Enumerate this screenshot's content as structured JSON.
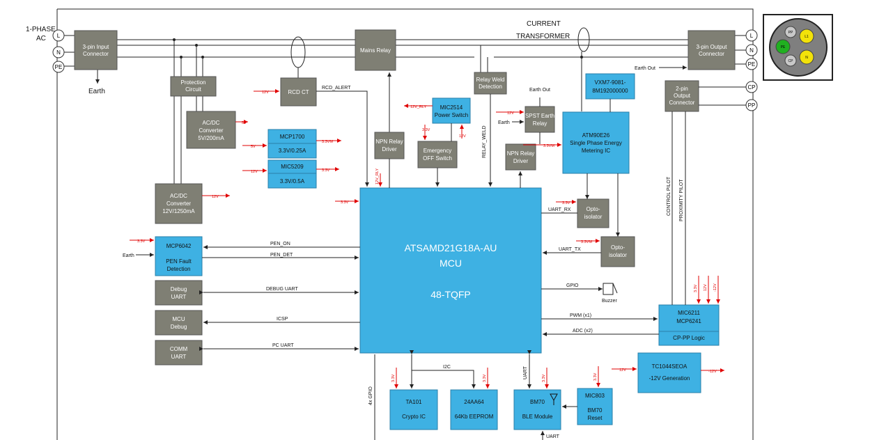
{
  "title": "",
  "mains": {
    "phase_label_1": "1-PHASE",
    "phase_label_2": "AC",
    "in_terminals": [
      "L",
      "N",
      "PE"
    ],
    "out_terminals": [
      "L",
      "N",
      "PE"
    ],
    "pilot_terminals": [
      "CP",
      "PP"
    ],
    "earth_label": "Earth",
    "ct_label_1": "CURRENT",
    "ct_label_2": "TRANSFORMER",
    "earth_out": "Earth Out",
    "earth_out_2": "Earth Out"
  },
  "connector_icon": {
    "pins": [
      "PP",
      "L1",
      "PE",
      "CP",
      "N"
    ],
    "colors": {
      "pin_neutral": "#c8c8c8",
      "pin_power": "#f2e20a",
      "pin_pe": "#20b020",
      "body": "#ffffff"
    }
  },
  "blocks": {
    "input_connector": [
      "3-pin Input",
      "Connector"
    ],
    "mains_relay": [
      "Mains Relay"
    ],
    "output_connector": [
      "3-pin Output",
      "Connector"
    ],
    "protection": [
      "Protection",
      "Circuit"
    ],
    "rcd_ct": [
      "RCD CT"
    ],
    "relay_weld": [
      "Relay Weld",
      "Detection"
    ],
    "acdc_5v": [
      "AC/DC",
      "Converter",
      "5V/200mA"
    ],
    "acdc_12v": [
      "AC/DC",
      "Converter",
      "12V/1250mA"
    ],
    "npn_driver_1": [
      "NPN Relay",
      "Driver"
    ],
    "emergency_off": [
      "Emergency",
      "OFF Switch"
    ],
    "spst_relay": [
      "SPST Earth",
      "Relay"
    ],
    "npn_driver_2": [
      "NPN Relay",
      "Driver"
    ],
    "output_2pin": [
      "2-pin",
      "Output",
      "Connector"
    ],
    "opto_1": [
      "Opto-",
      "isolator"
    ],
    "opto_2": [
      "Opto-",
      "isolator"
    ],
    "debug_uart": [
      "Debug",
      "UART"
    ],
    "mcu_debug": [
      "MCU",
      "Debug"
    ],
    "comm_uart": [
      "COMM",
      "UART"
    ],
    "mcp1700": [
      "MCP1700",
      "3.3V/0.25A"
    ],
    "mic5209": [
      "MIC5209",
      "3.3V/0.5A"
    ],
    "mic2514": [
      "MIC2514",
      "Power Switch"
    ],
    "vxm7": [
      "VXM7-9081-",
      "8M192000000"
    ],
    "atm90e26": [
      "ATM90E26",
      "Single Phase Energy",
      "Metering IC"
    ],
    "mcp6042": [
      "MCP6042",
      "PEN Fault",
      "Detection"
    ],
    "mic6211": [
      "MIC6211",
      "MCP6241",
      "CP-PP Logic"
    ],
    "tc1044": [
      "TC1044SEOA",
      "-12V Generation"
    ],
    "ta101": [
      "TA101",
      "Crypto IC"
    ],
    "eeprom": [
      "24AA64",
      "64Kb EEPROM"
    ],
    "bm70": [
      "BM70",
      "BLE Module"
    ],
    "mic803": [
      "MIC803",
      "BM70",
      "Reset"
    ]
  },
  "mcu": {
    "name": "ATSAMD21G18A-AU",
    "type": "MCU",
    "package": "48-TQFP"
  },
  "signals": {
    "rcd_alert": "RCD_ALERT",
    "relay_weld": "RELAY_WELD",
    "pen_on": "PEN_ON",
    "pen_det": "PEN_DET",
    "debug_uart": "DEBUG UART",
    "icsp": "ICSP",
    "pc_uart": "PC UART",
    "uart_rx": "UART_RX",
    "uart_tx": "UART_TX",
    "gpio": "GPIO",
    "pwm": "PWM (x1)",
    "adc": "ADC (x2)",
    "i2c": "I2C",
    "uart_bm70": "UART",
    "uart_bottom": "UART",
    "gpio4": "4x GPIO",
    "control_pilot": "CONTROL PILOT",
    "proximity_pilot": "PROXIMITY PILOT",
    "buzzer": "Buzzer",
    "earth_pen": "Earth",
    "earth_spst": "Earth"
  },
  "rails": {
    "v12": "12V",
    "v5": "5V",
    "v33": "3.3V",
    "v33m": "3.3VM",
    "v12_rly": "12V_RLY",
    "v12_rly2": "12V_RLY",
    "vneg12": "-12V"
  }
}
